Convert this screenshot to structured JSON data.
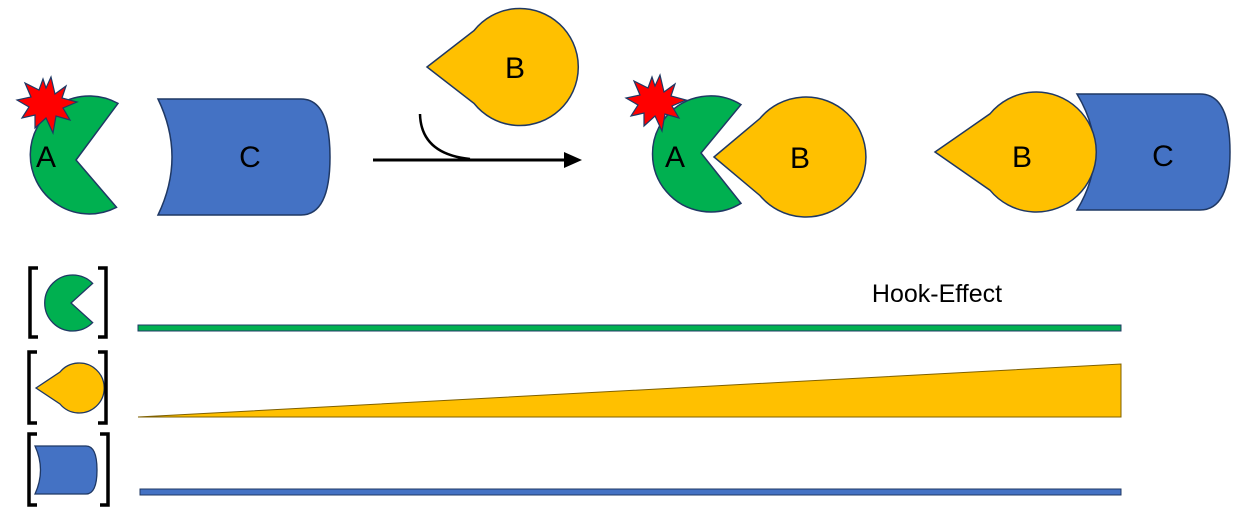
{
  "colors": {
    "green": "#00b050",
    "yellow": "#ffc000",
    "blue": "#4472c4",
    "outline": "#1f3864",
    "burst": "#ff0000",
    "text": "#000000"
  },
  "shapes": {
    "a_label": "A",
    "b_label": "B",
    "c_label": "C"
  },
  "bars": {
    "title": "Hook-Effect",
    "trend_a": "constant",
    "trend_b": "increasing",
    "trend_c": "constant"
  }
}
